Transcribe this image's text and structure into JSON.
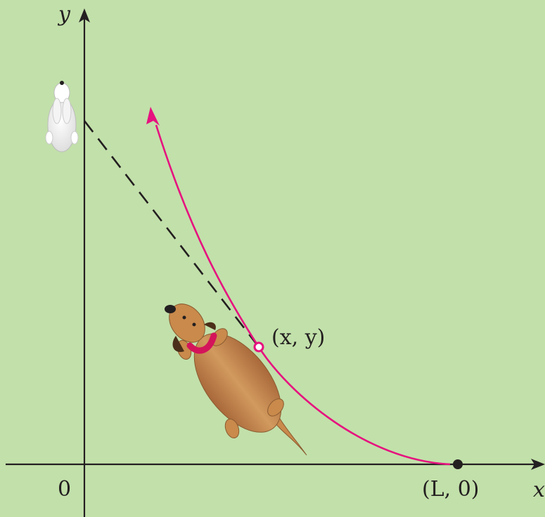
{
  "labels": {
    "y_axis": "y",
    "x_axis": "x",
    "origin": "0",
    "point_xy": "(x, y)",
    "point_L0": "(L, 0)"
  },
  "colors": {
    "background": "#c2e0aa",
    "curve": "#e6127f",
    "axes": "#231f20",
    "tangent": "#231f20",
    "dog_body": "#c98a4b",
    "dog_collar": "#d4145a",
    "rabbit": "#ffffff"
  },
  "icons": {
    "rabbit": "rabbit-icon",
    "dog": "dog-icon"
  }
}
